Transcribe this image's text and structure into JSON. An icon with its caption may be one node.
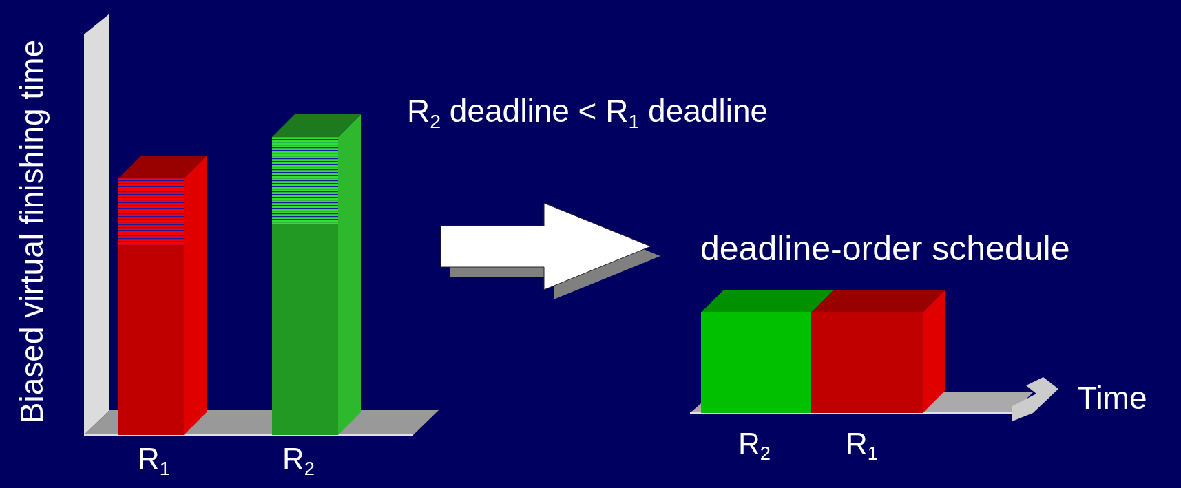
{
  "diagram": {
    "nodes": [
      {
        "text": [],
        "shape": "picture"
      },
      {
        "text": [
          "deadline-order schedule"
        ]
      }
    ],
    "edges": [
      {
        "from": 0,
        "to": 1,
        "arrow": "to",
        "style": "thick"
      }
    ],
    "labels": [
      "Biased virtual finishing time",
      "R$_{2}$ deadline < R$_{1}$ deadline",
      "R$_{1}$",
      "R$_{2}$",
      "Time",
      "R$_{2}$",
      "R$_{1}$"
    ]
  }
}
